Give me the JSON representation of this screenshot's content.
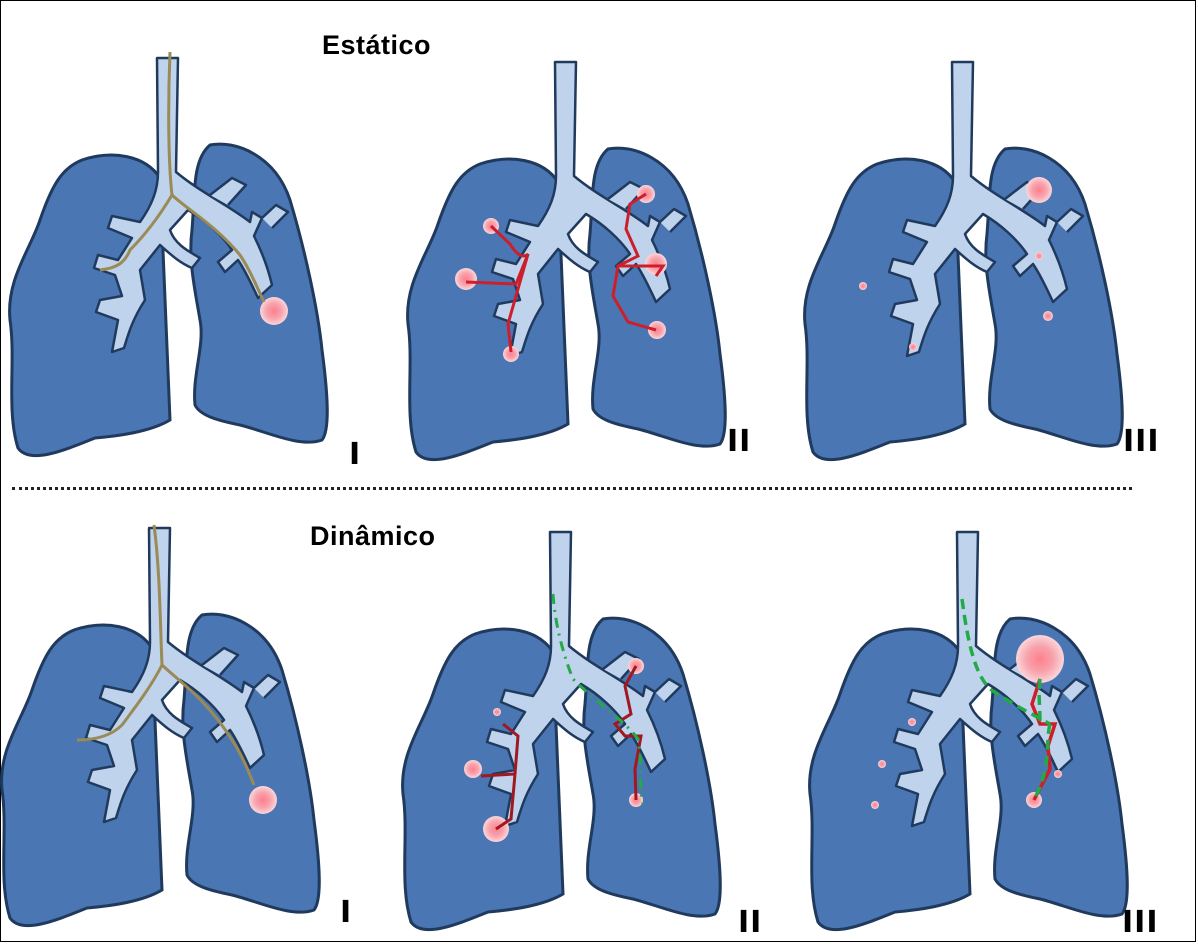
{
  "figure": {
    "static_title": "Estático",
    "dynamic_title": "Dinâmico",
    "static_labels": [
      "I",
      "II",
      "III"
    ],
    "dynamic_labels": [
      "I",
      "II",
      "III"
    ]
  },
  "colors": {
    "lung_fill": "#4a76b3",
    "lung_stroke": "#203a5e",
    "airway_fill": "#bfd3ec",
    "probe_path": "#9a8a55",
    "biopsy_path": "#cc1f2b",
    "dynamic_path": "#22aa44",
    "nodule": "#f2a0a8"
  }
}
